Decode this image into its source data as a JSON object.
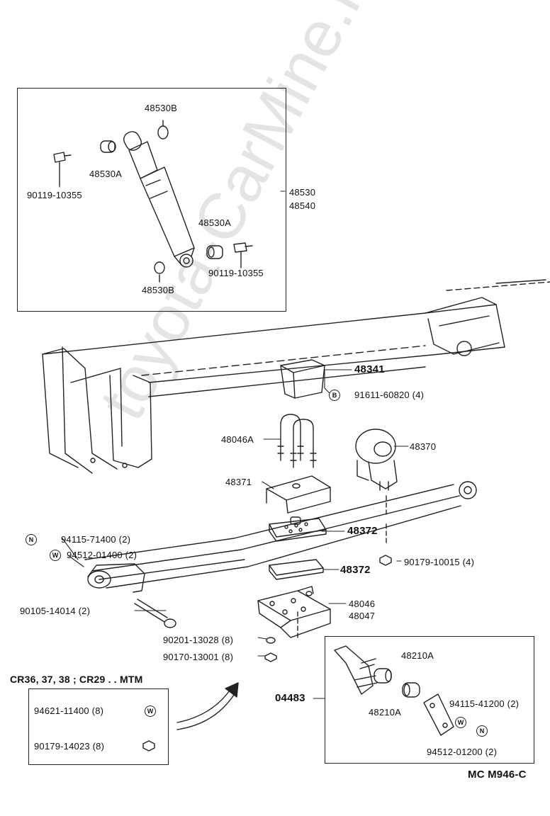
{
  "watermark": "toyota-CarMine.ru",
  "shock_box": {
    "labels": {
      "cushion_b_top": "48530B",
      "bushing_a_left": "48530A",
      "bolt_left": "90119-10355",
      "shock_group_1": "48530",
      "shock_group_2": "48540",
      "bushing_a_right": "48530A",
      "bolt_right": "90119-10355",
      "cushion_b_bottom": "48530B"
    }
  },
  "main": {
    "labels": {
      "bumper": "48341",
      "bumper_bolt": "91611-60820 (4)",
      "ubolt": "48046A",
      "stopper": "48370",
      "spacer": "48371",
      "seat_upper": "48372",
      "seat_lower": "48372",
      "nut_n": "94115-71400 (2)",
      "washer_w": "94512-01400 (2)",
      "nut_spring": "90179-10015 (4)",
      "pin_bolt": "90105-14014 (2)",
      "plate_1": "48046",
      "plate_2": "48047",
      "washer_small": "90201-13028 (8)",
      "nut_small": "90170-13001 (8)"
    },
    "symbols": {
      "b": "B",
      "n": "N",
      "w": "W"
    }
  },
  "variant_box": {
    "header": "CR36, 37, 38 ; CR29 . . MTM",
    "rows": [
      {
        "part": "94621-11400 (8)",
        "symbol": "W"
      },
      {
        "part": "90179-14023 (8)",
        "symbol": ""
      }
    ]
  },
  "shackle_box": {
    "kit": "04483",
    "labels": {
      "bushing_top": "48210A",
      "bushing_mid": "48210A",
      "nut": "94115-41200 (2)",
      "washer": "94512-01200 (2)"
    },
    "symbols": {
      "w": "W",
      "n": "N"
    }
  },
  "footer_code": "MC M946-C"
}
